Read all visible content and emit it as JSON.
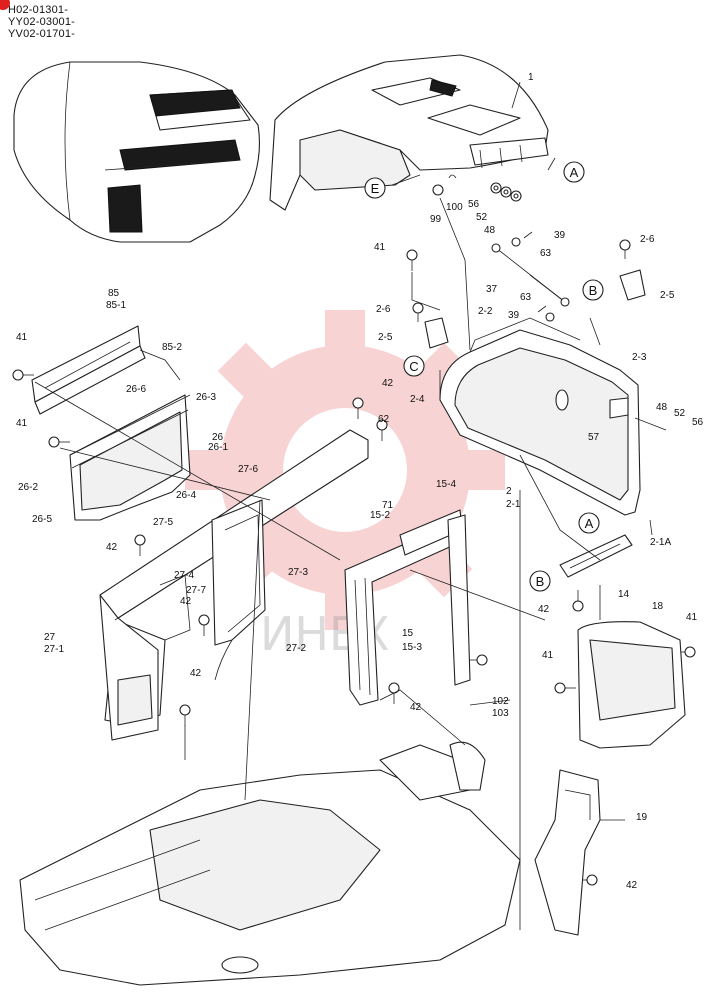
{
  "serials": [
    "H02-01301-",
    "YY02-03001-",
    "YV02-01701-"
  ],
  "watermark": "ИНЕХ",
  "callouts": [
    "A",
    "E",
    "B",
    "C",
    "A",
    "B"
  ],
  "labels": [
    "1",
    "56",
    "52",
    "48",
    "99",
    "100",
    "39",
    "63",
    "37",
    "63",
    "39",
    "41",
    "2-6",
    "2-5",
    "2-6",
    "2-2",
    "2-5",
    "2-3",
    "85",
    "85-1",
    "85-2",
    "41",
    "42",
    "2-4",
    "62",
    "26-6",
    "26-3",
    "26",
    "26-1",
    "41",
    "26-2",
    "26-4",
    "26-5",
    "27-6",
    "71",
    "15-4",
    "48",
    "52",
    "56",
    "57",
    "2",
    "2-1",
    "2-1A",
    "27-5",
    "27-4",
    "27-7",
    "15-2",
    "27-3",
    "42",
    "42",
    "27",
    "27-1",
    "27-2",
    "15",
    "15-3",
    "42",
    "42",
    "102",
    "103",
    "14",
    "42",
    "18",
    "41",
    "41",
    "19",
    "42"
  ]
}
